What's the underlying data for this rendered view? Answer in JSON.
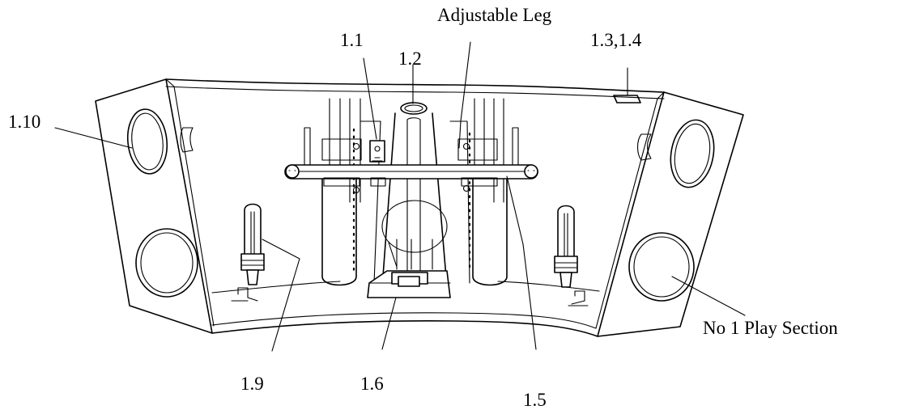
{
  "labels": {
    "adjustable_leg": "Adjustable Leg",
    "l1_1": "1.1",
    "l1_2": "1.2",
    "l1_3_4": "1.3,1.4",
    "l1_10": "1.10",
    "l1_9": "1.9",
    "l1_6": "1.6",
    "l1_5": "1.5",
    "play_section": "No 1 Play Section"
  }
}
